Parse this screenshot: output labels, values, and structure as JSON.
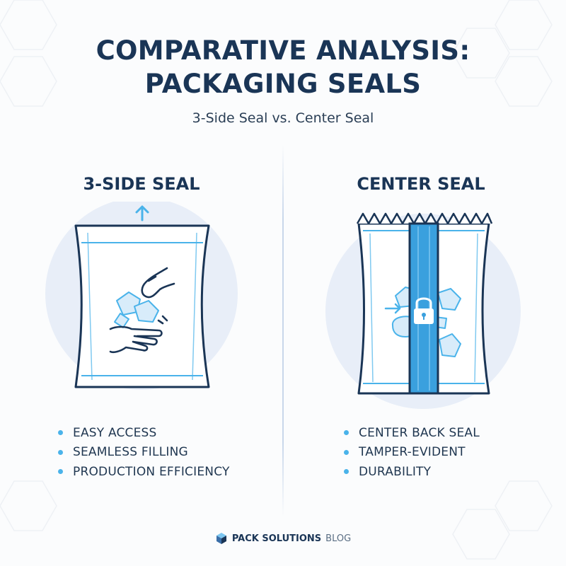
{
  "header": {
    "title_line1": "COMPARATIVE ANALYSIS:",
    "title_line2": "PACKAGING SEALS",
    "subtitle": "3-Side Seal vs. Center Seal"
  },
  "left_panel": {
    "title": "3-SIDE SEAL",
    "features": [
      "EASY ACCESS",
      "SEAMLESS FILLING",
      "PRODUCTION EFFICIENCY"
    ],
    "icons": [
      "arrow-up-icon",
      "hand-icon",
      "product-pieces-icon"
    ]
  },
  "right_panel": {
    "title": "CENTER SEAL",
    "features": [
      "CENTER BACK SEAL",
      "TAMPER-EVIDENT",
      "DURABILITY"
    ],
    "icons": [
      "lock-icon",
      "arrow-right-icon",
      "product-pieces-icon"
    ]
  },
  "footer": {
    "brand_strong": "PACK SOLUTIONS",
    "brand_light": "BLOG",
    "icon": "cube-logo-icon"
  },
  "colors": {
    "navy": "#1a3556",
    "accent_blue": "#4ab3ea",
    "seal_blue": "#3aa0de",
    "circle_bg": "#e8eef8"
  }
}
